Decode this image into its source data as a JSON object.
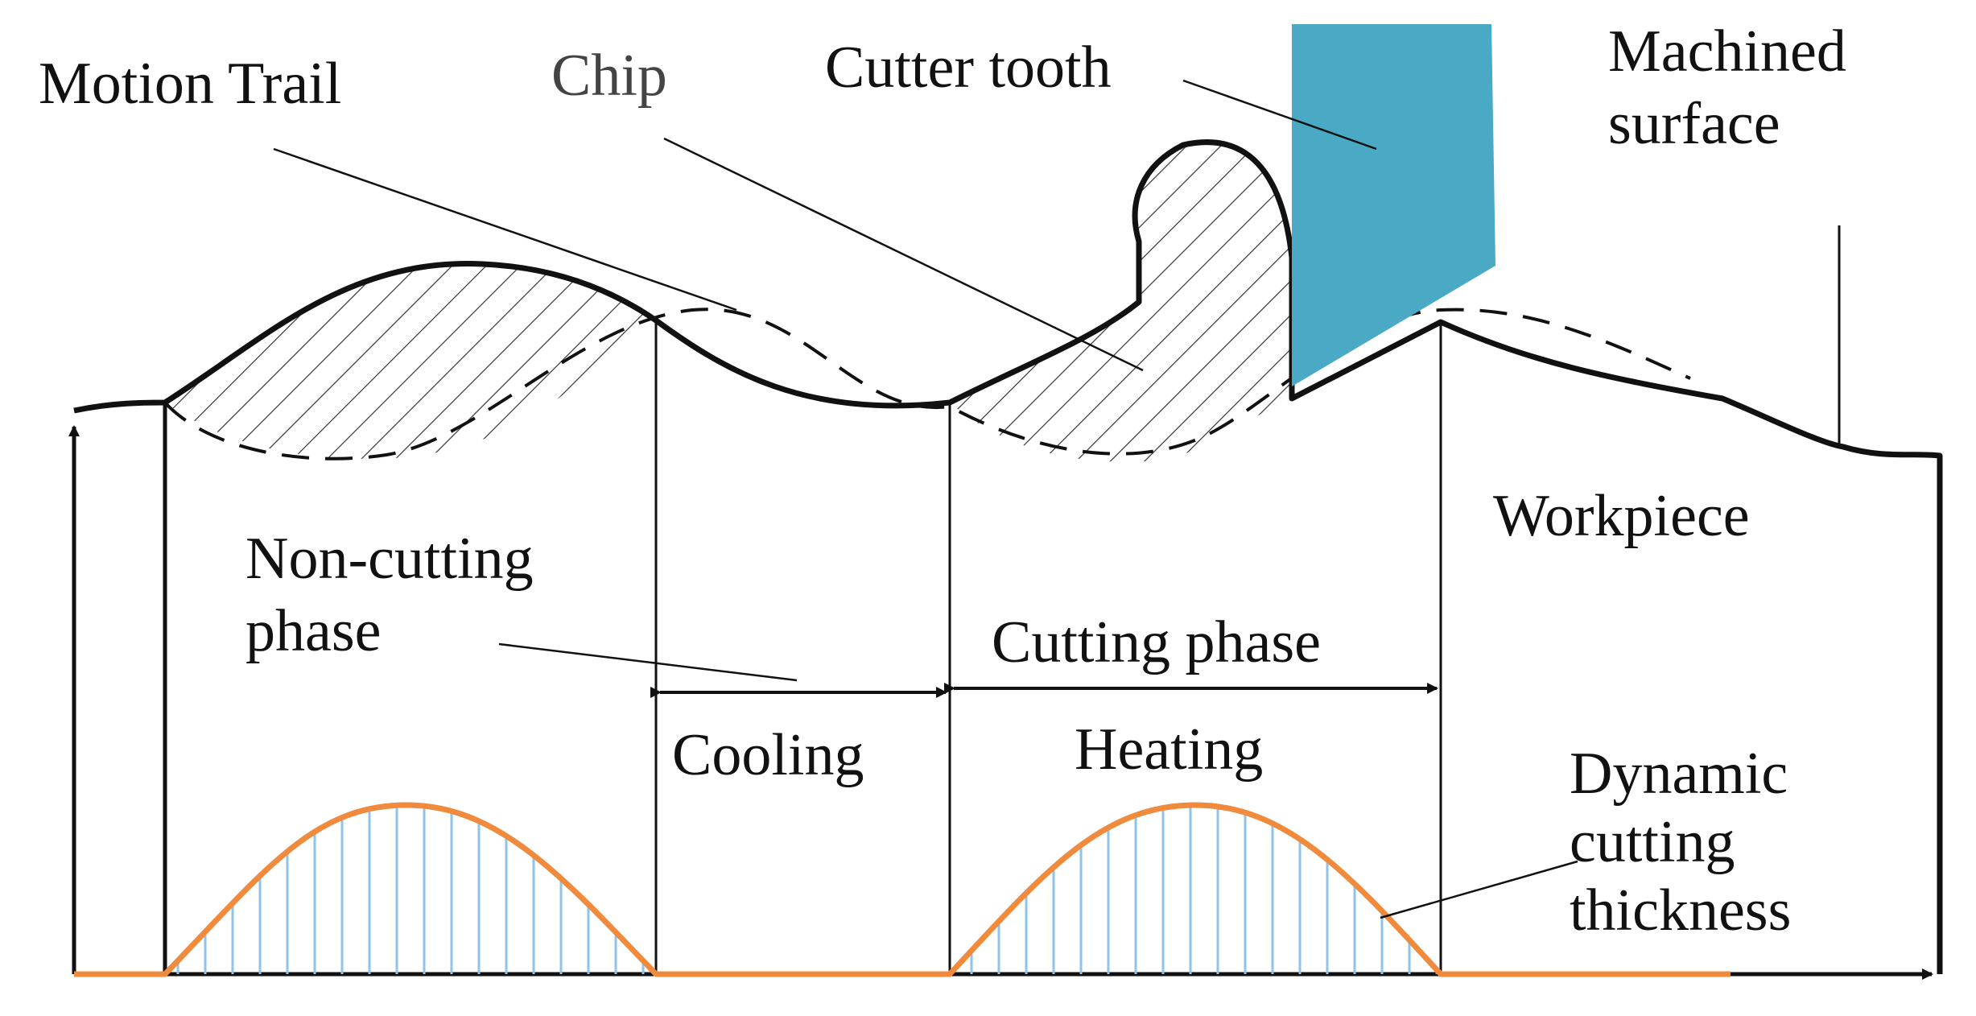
{
  "labels": {
    "motion_trail": "Motion Trail",
    "chip": "Chip",
    "cutter_tooth": "Cutter tooth",
    "machined_surface_line1": "Machined",
    "machined_surface_line2": "surface",
    "workpiece": "Workpiece",
    "non_cutting_line1": "Non-cutting",
    "non_cutting_line2": "phase",
    "cutting_phase": "Cutting phase",
    "cooling": "Cooling",
    "heating": "Heating",
    "dynamic_line1": "Dynamic",
    "dynamic_line2": "cutting",
    "dynamic_line3": "thickness"
  },
  "colors": {
    "cutter": "#4aaac6",
    "thickness_curve": "#f08a3c",
    "thickness_hatch": "#8fc3ea",
    "outline": "#111111"
  }
}
